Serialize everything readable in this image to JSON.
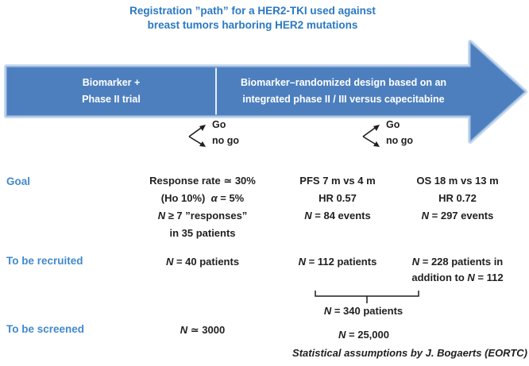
{
  "title": {
    "line1": "Registration ”path” for a HER2-TKI used against",
    "line2": "breast tumors harboring HER2 mutations"
  },
  "colors": {
    "accent_blue": "#2b79c2",
    "label_blue": "#4289cb",
    "arrow_fill": "#4d7fbe",
    "arrow_glow": "#c7d9ee",
    "divider": "#e6eef7"
  },
  "arrow": {
    "left_segment": {
      "line1": "Biomarker +",
      "line2": "Phase II trial"
    },
    "right_segment": {
      "line1": "Biomarker–randomized design based on an",
      "line2": "integrated phase II / III versus capecitabine"
    }
  },
  "decisions": {
    "go": "Go",
    "no_go": "no go"
  },
  "row_labels": {
    "goal": "Goal",
    "recruited": "To be recruited",
    "screened": "To be screened"
  },
  "columns": {
    "phase2": {
      "goal_lines": [
        "Response rate ≃ 30%",
        "(Ho 10%)  α = 5%",
        "N ≥ 7 ”responses”",
        "in 35 patients"
      ],
      "recruited": "N = 40 patients",
      "screened": "N ≃ 3000"
    },
    "pfs": {
      "goal_lines": [
        "PFS 7 m vs 4 m",
        "HR 0.57",
        "N = 84 events"
      ],
      "recruited": "N = 112 patients"
    },
    "os": {
      "goal_lines": [
        "OS 18 m vs 13 m",
        "HR 0.72",
        "N = 297 events"
      ],
      "recruited_line1": "N = 228 patients in",
      "recruited_line2": "addition to N = 112"
    }
  },
  "combined": {
    "total_recruited": "N = 340 patients",
    "total_screened": "N = 25,000"
  },
  "footer": "Statistical assumptions by J. Bogaerts (EORTC)"
}
